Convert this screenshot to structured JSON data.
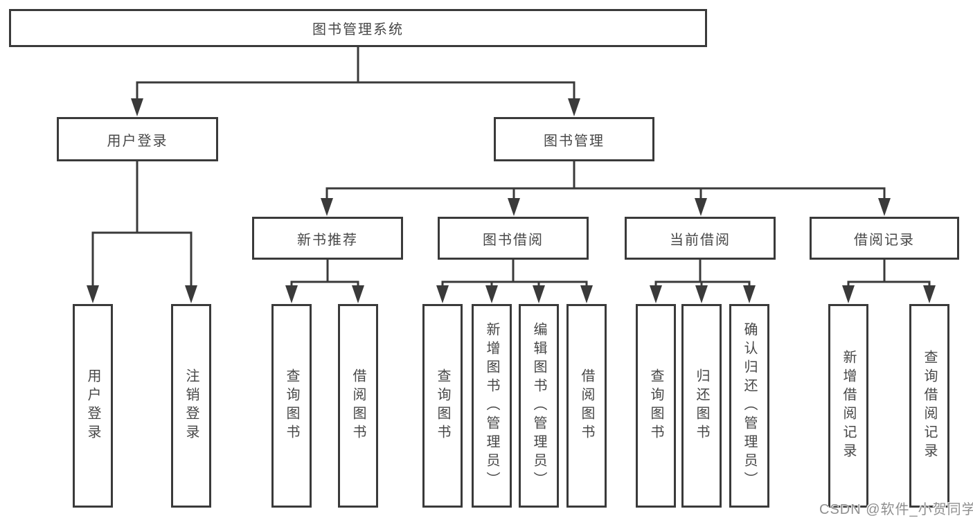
{
  "colors": {
    "line": "#3a3a3a",
    "node_border": "#3a3a3a",
    "node_text": "#474747",
    "background": "#ffffff",
    "watermark_text": "#8f8f8f"
  },
  "nodes": {
    "root": "图书管理系统",
    "user_login": "用户登录",
    "book_mgmt": "图书管理",
    "new_books": "新书推荐",
    "book_borrow": "图书借阅",
    "current_borrow": "当前借阅",
    "borrow_records": "借阅记录",
    "leaf_user_login": "用户登录",
    "leaf_logout": "注销登录",
    "leaf_newbooks_query": "查询图书",
    "leaf_newbooks_borrow": "借阅图书",
    "leaf_borrow_query": "查询图书",
    "leaf_borrow_add": "新增图书（管理员）",
    "leaf_borrow_edit": "编辑图书（管理员）",
    "leaf_borrow_lend": "借阅图书",
    "leaf_current_query": "查询图书",
    "leaf_current_return": "归还图书",
    "leaf_current_confirm": "确认归还（管理员）",
    "leaf_records_add": "新增借阅记录",
    "leaf_records_query": "查询借阅记录"
  },
  "watermark": "CSDN @软件_小贺同学"
}
